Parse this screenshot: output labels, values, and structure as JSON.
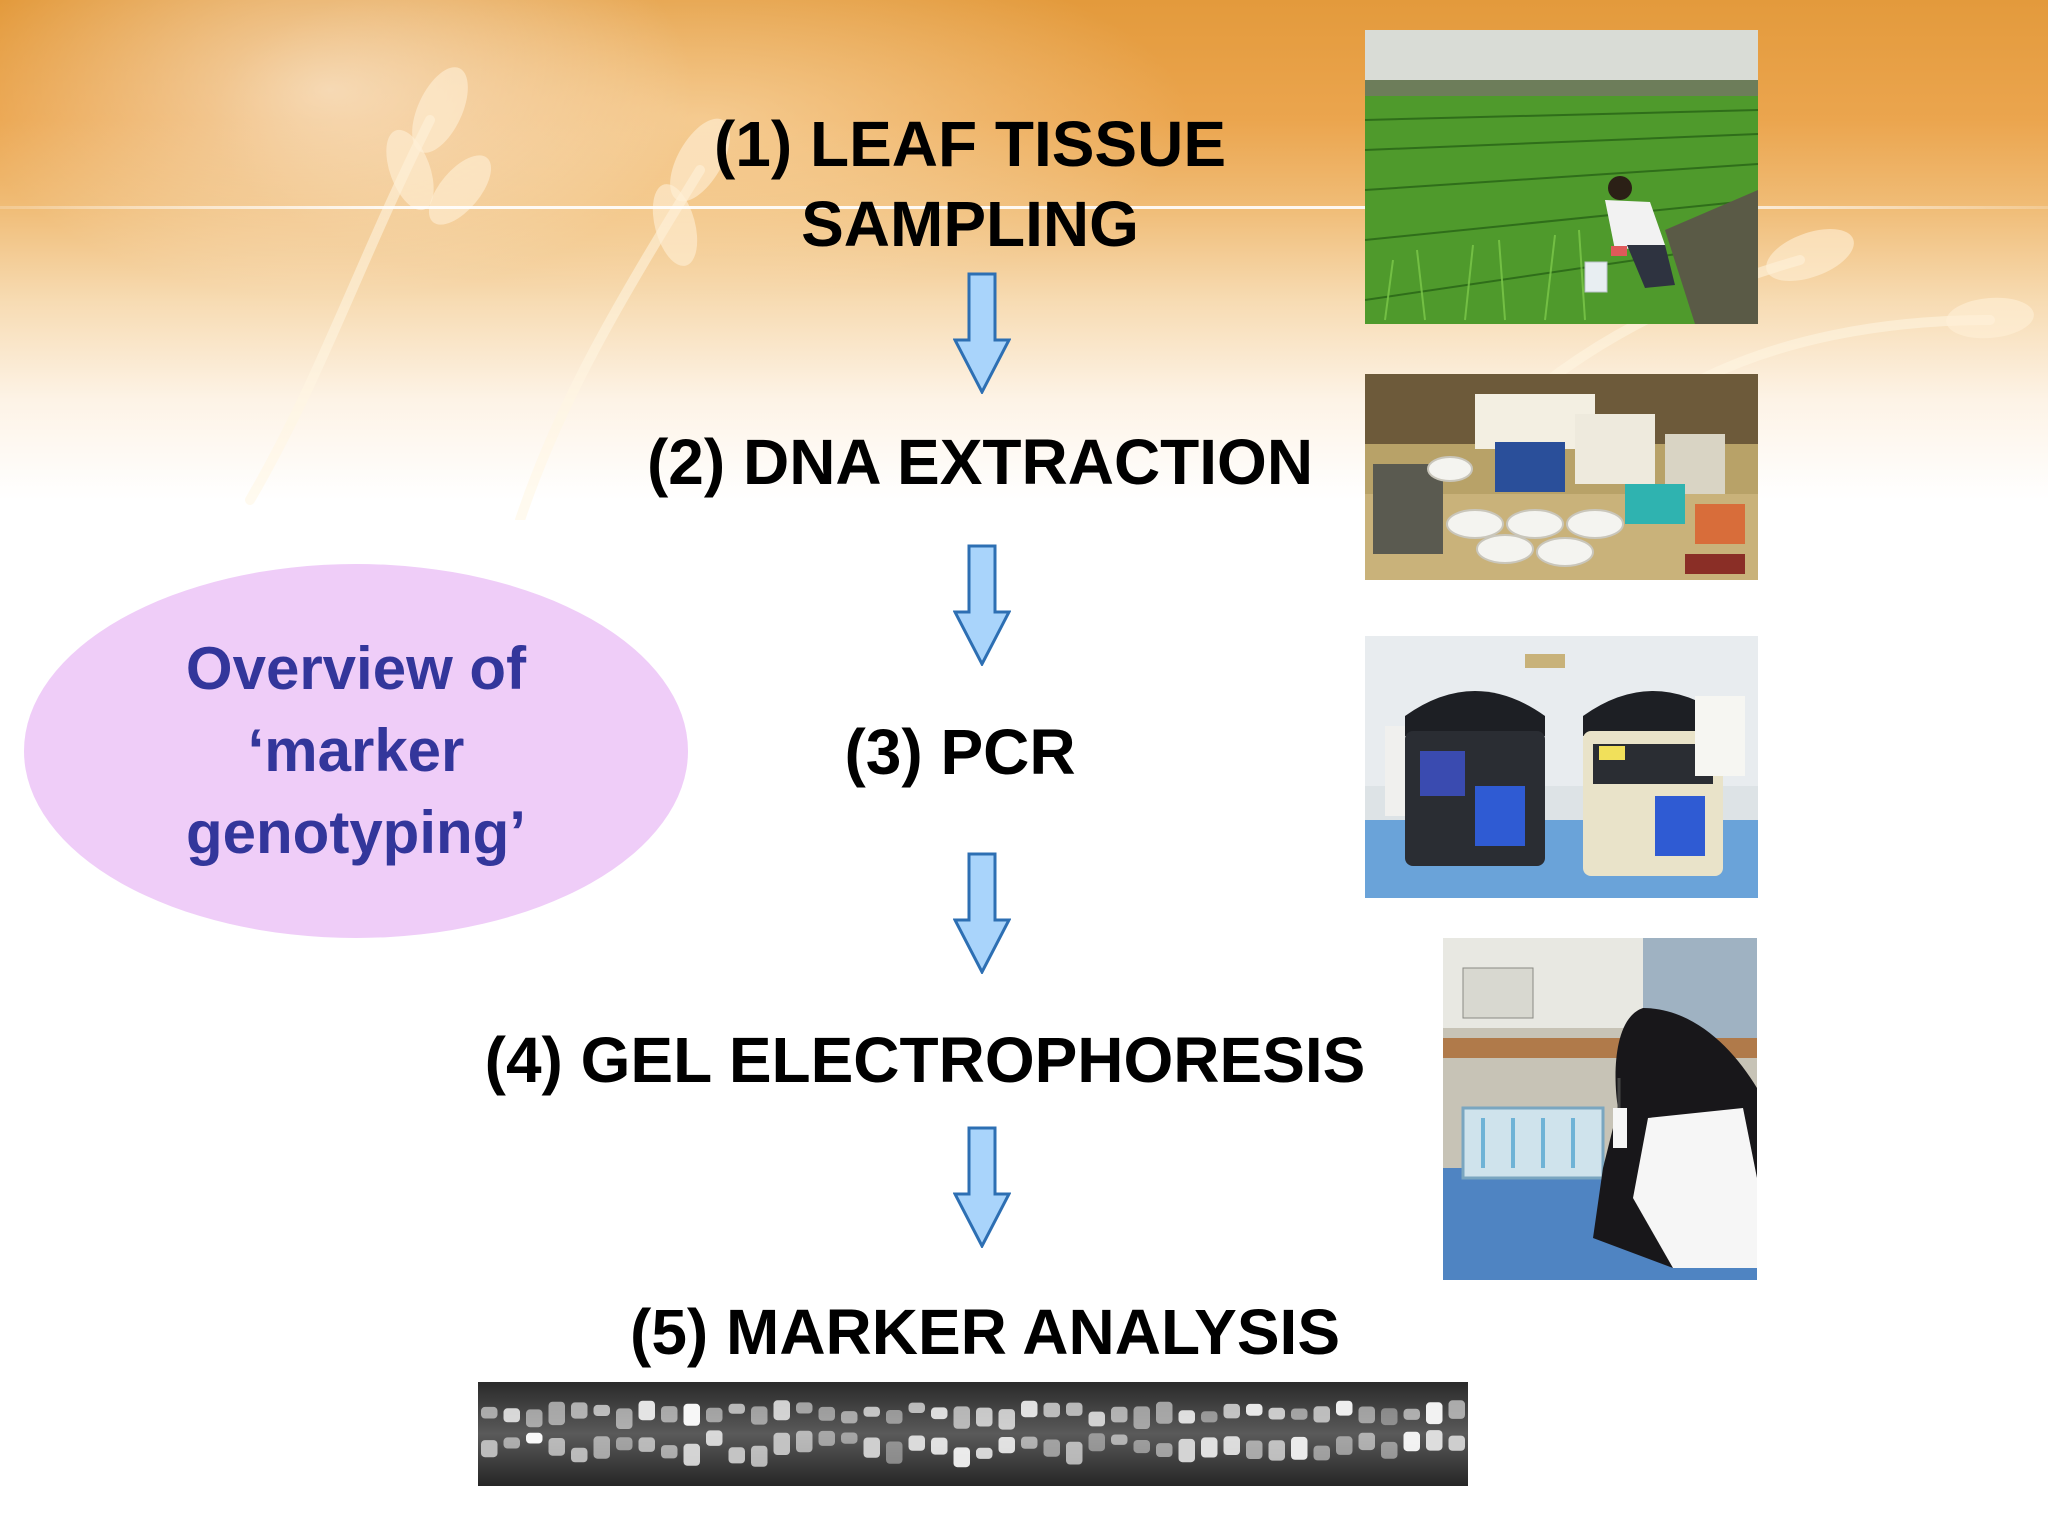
{
  "steps": [
    {
      "line1": "(1) LEAF TISSUE",
      "line2": "SAMPLING"
    },
    {
      "text": "(2) DNA EXTRACTION"
    },
    {
      "text": "(3) PCR"
    },
    {
      "text": "(4) GEL ELECTROPHORESIS"
    },
    {
      "text": "(5) MARKER ANALYSIS"
    }
  ],
  "overview": {
    "line1": "Overview of",
    "line2": "‘marker",
    "line3": "genotyping’"
  },
  "colors": {
    "arrow_fill": "#a9d4fb",
    "arrow_stroke": "#2d6fb3",
    "bubble_fill": "#efcdf8",
    "bubble_text": "#33369b",
    "banner_orange": "#e39a3c"
  },
  "images": [
    {
      "name": "rice-field-sampling-photo"
    },
    {
      "name": "dna-extraction-lab-photo"
    },
    {
      "name": "pcr-thermocycler-photo"
    },
    {
      "name": "gel-electrophoresis-photo"
    },
    {
      "name": "marker-gel-band-strip"
    }
  ]
}
